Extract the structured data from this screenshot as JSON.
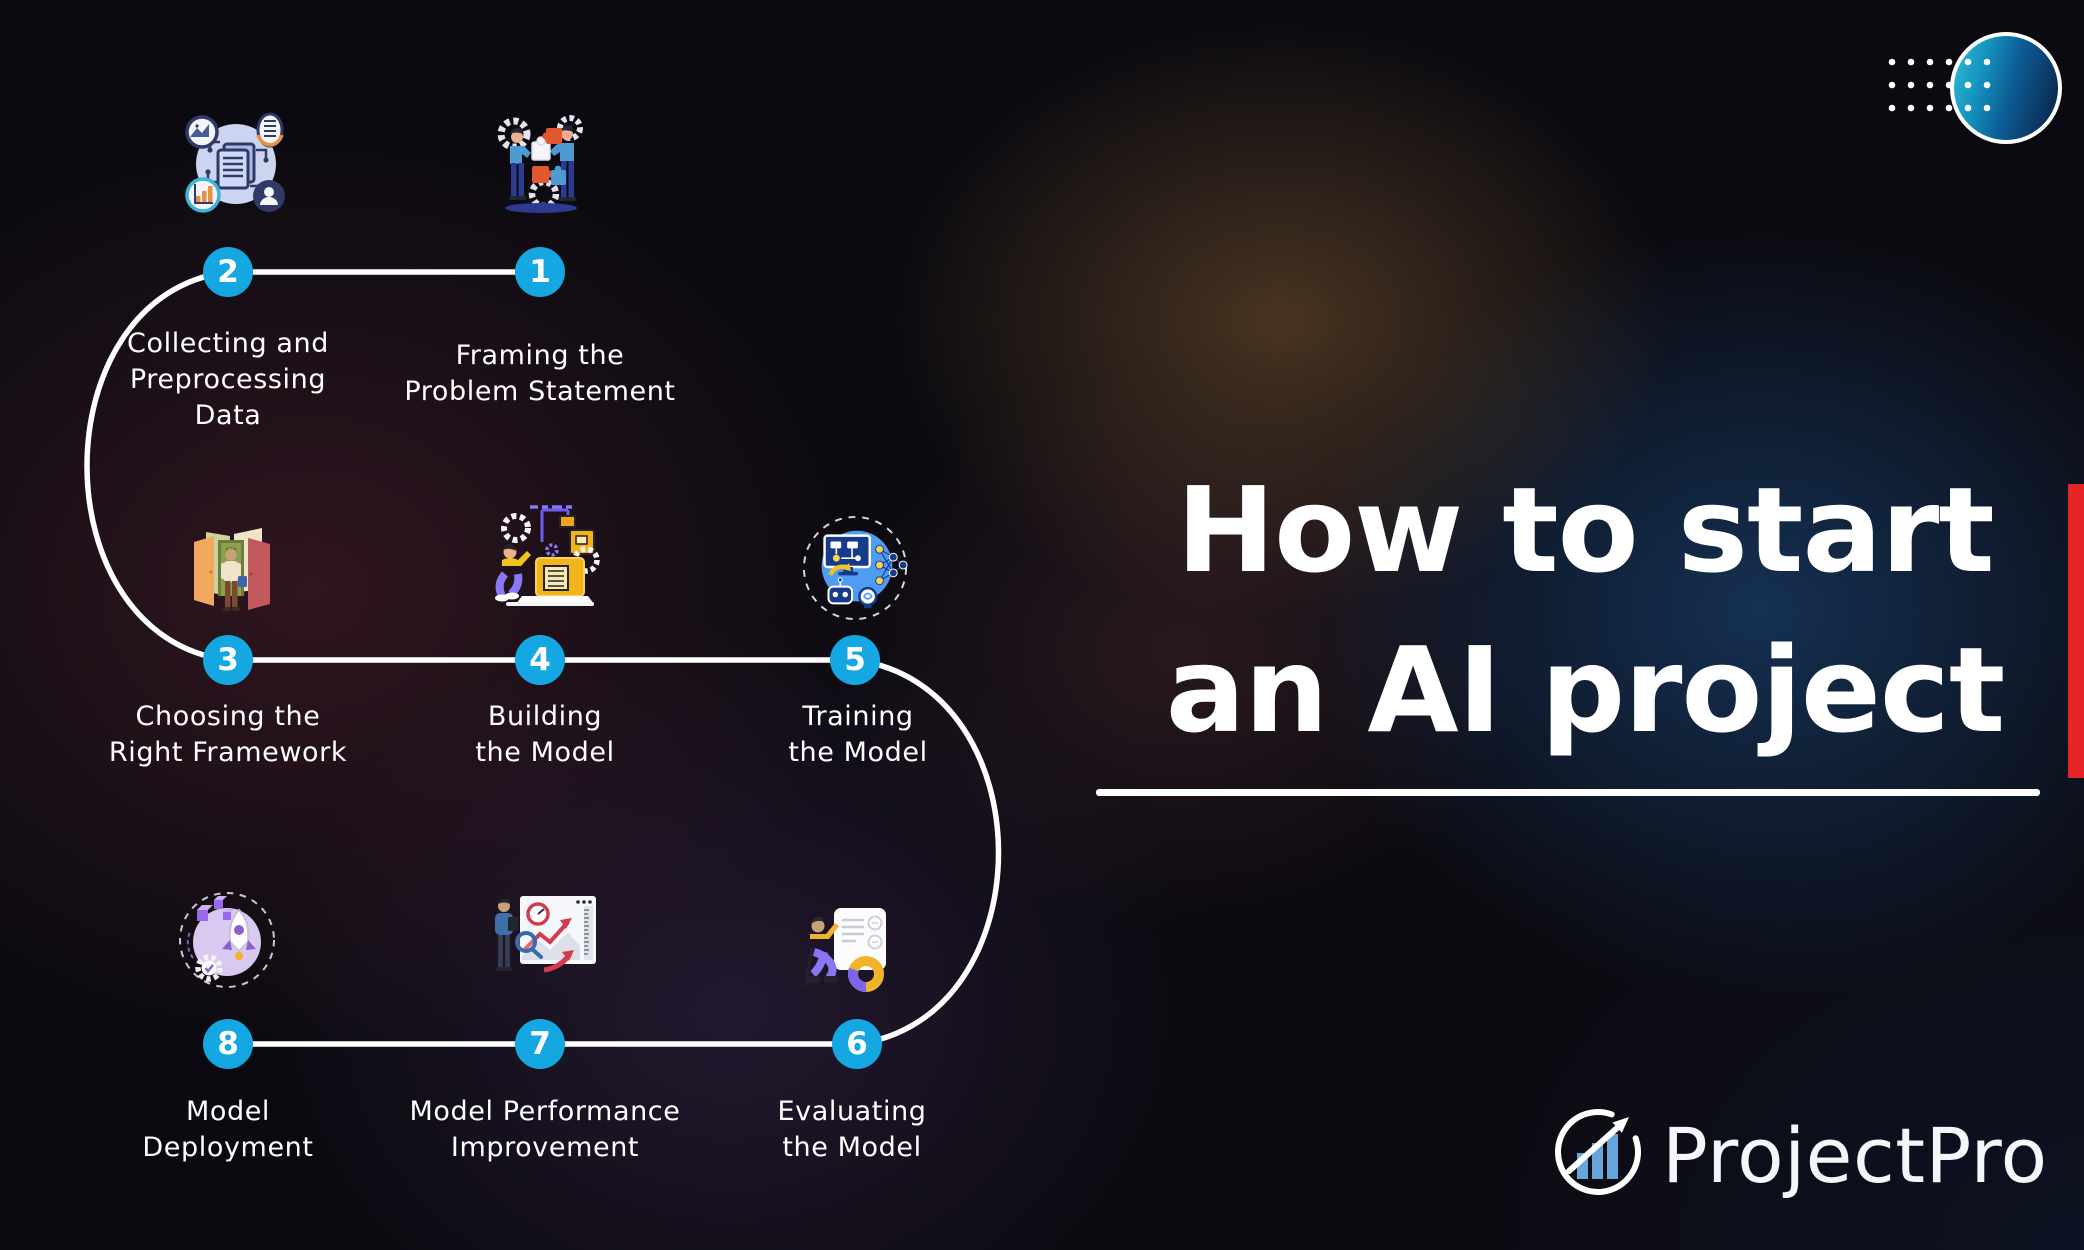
{
  "title": {
    "line1": "How to start",
    "line2": "an AI project"
  },
  "steps": [
    {
      "number": "1",
      "label": "Framing the\nProblem Statement",
      "icon": "teamwork-puzzle-icon"
    },
    {
      "number": "2",
      "label": "Collecting and\nPreprocessing\nData",
      "icon": "data-documents-icon"
    },
    {
      "number": "3",
      "label": "Choosing the\nRight Framework",
      "icon": "choosing-doors-icon"
    },
    {
      "number": "4",
      "label": "Building\nthe Model",
      "icon": "model-construction-icon"
    },
    {
      "number": "5",
      "label": "Training\nthe Model",
      "icon": "machine-learning-icon"
    },
    {
      "number": "6",
      "label": "Evaluating\nthe Model",
      "icon": "evaluation-presentation-icon"
    },
    {
      "number": "7",
      "label": "Model Performance\nImprovement",
      "icon": "performance-chart-icon"
    },
    {
      "number": "8",
      "label": "Model\nDeployment",
      "icon": "rocket-deployment-icon"
    }
  ],
  "brand": {
    "name": "ProjectPro"
  },
  "colors": {
    "step_circle": "#15a7e2",
    "path_line": "#ffffff",
    "accent_red": "#e8242b",
    "title_text": "#ffffff"
  },
  "decor": {
    "dots_rows": 3,
    "dots_cols": 6
  }
}
